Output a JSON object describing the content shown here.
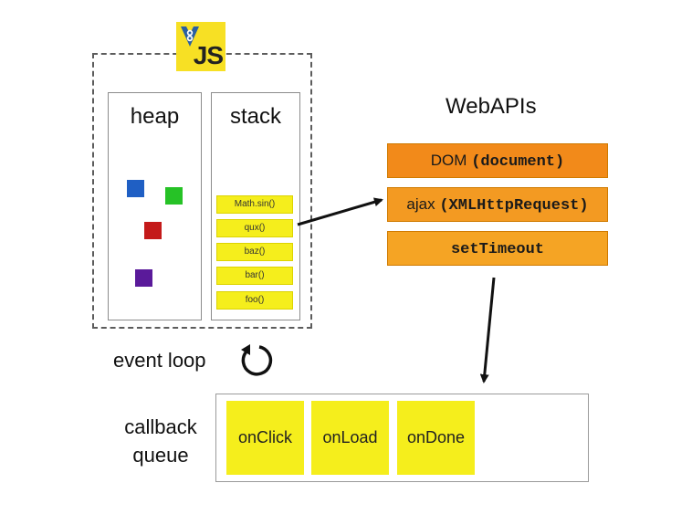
{
  "runtime": {
    "logo_text": "JS",
    "heap": {
      "title": "heap",
      "objects": [
        {
          "name": "blue-object",
          "color": "#1f5fc4"
        },
        {
          "name": "green-object",
          "color": "#26c226"
        },
        {
          "name": "red-object",
          "color": "#c41a1a"
        },
        {
          "name": "purple-object",
          "color": "#5a1a9a"
        }
      ]
    },
    "stack": {
      "title": "stack",
      "frames": [
        "Math.sin()",
        "qux()",
        "baz()",
        "bar()",
        "foo()"
      ]
    }
  },
  "webapis": {
    "title": "WebAPIs",
    "items": [
      {
        "prefix": "DOM",
        "code": "(document)"
      },
      {
        "prefix": "ajax",
        "code": "(XMLHttpRequest)"
      },
      {
        "prefix": "",
        "code": "setTimeout"
      }
    ]
  },
  "event_loop": {
    "label": "event loop"
  },
  "callback_queue": {
    "label_line1": "callback",
    "label_line2": "queue",
    "items": [
      "onClick",
      "onLoad",
      "onDone"
    ]
  },
  "colors": {
    "frame_yellow": "#f5ee1c",
    "api_orange": "#f28a1a",
    "logo_yellow": "#f7e024"
  }
}
